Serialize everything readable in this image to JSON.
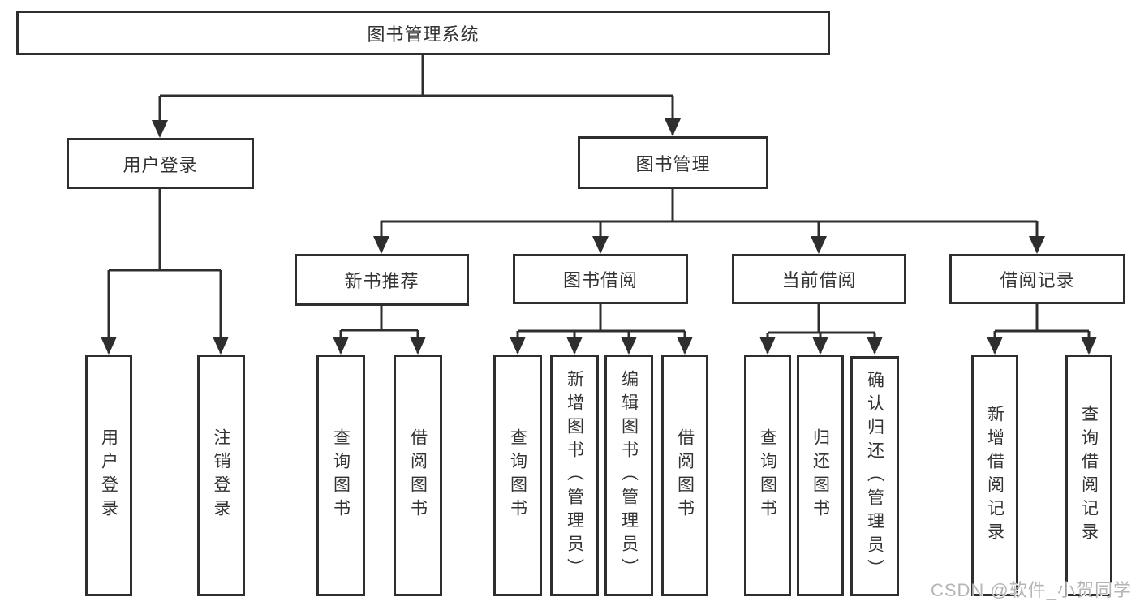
{
  "diagram": {
    "kind": "functional-structure-tree",
    "colors": {
      "line": "#2e2e2e",
      "box_border": "#2e2e2e",
      "text": "#333333",
      "watermark": "#b5b5b5",
      "background": "#ffffff"
    },
    "tree": {
      "label": "图书管理系统",
      "children": [
        {
          "label": "用户登录",
          "children": [
            {
              "label": "用户登录"
            },
            {
              "label": "注销登录"
            }
          ]
        },
        {
          "label": "图书管理",
          "children": [
            {
              "label": "新书推荐",
              "children": [
                {
                  "label": "查询图书"
                },
                {
                  "label": "借阅图书"
                }
              ]
            },
            {
              "label": "图书借阅",
              "children": [
                {
                  "label": "查询图书"
                },
                {
                  "label": "新增图书（管理员）"
                },
                {
                  "label": "编辑图书（管理员）"
                },
                {
                  "label": "借阅图书"
                }
              ]
            },
            {
              "label": "当前借阅",
              "children": [
                {
                  "label": "查询图书"
                },
                {
                  "label": "归还图书"
                },
                {
                  "label": "确认归还（管理员）"
                }
              ]
            },
            {
              "label": "借阅记录",
              "children": [
                {
                  "label": "新增借阅记录"
                },
                {
                  "label": "查询借阅记录"
                }
              ]
            }
          ]
        }
      ]
    },
    "watermark": "CSDN @软件_小贺同学"
  }
}
